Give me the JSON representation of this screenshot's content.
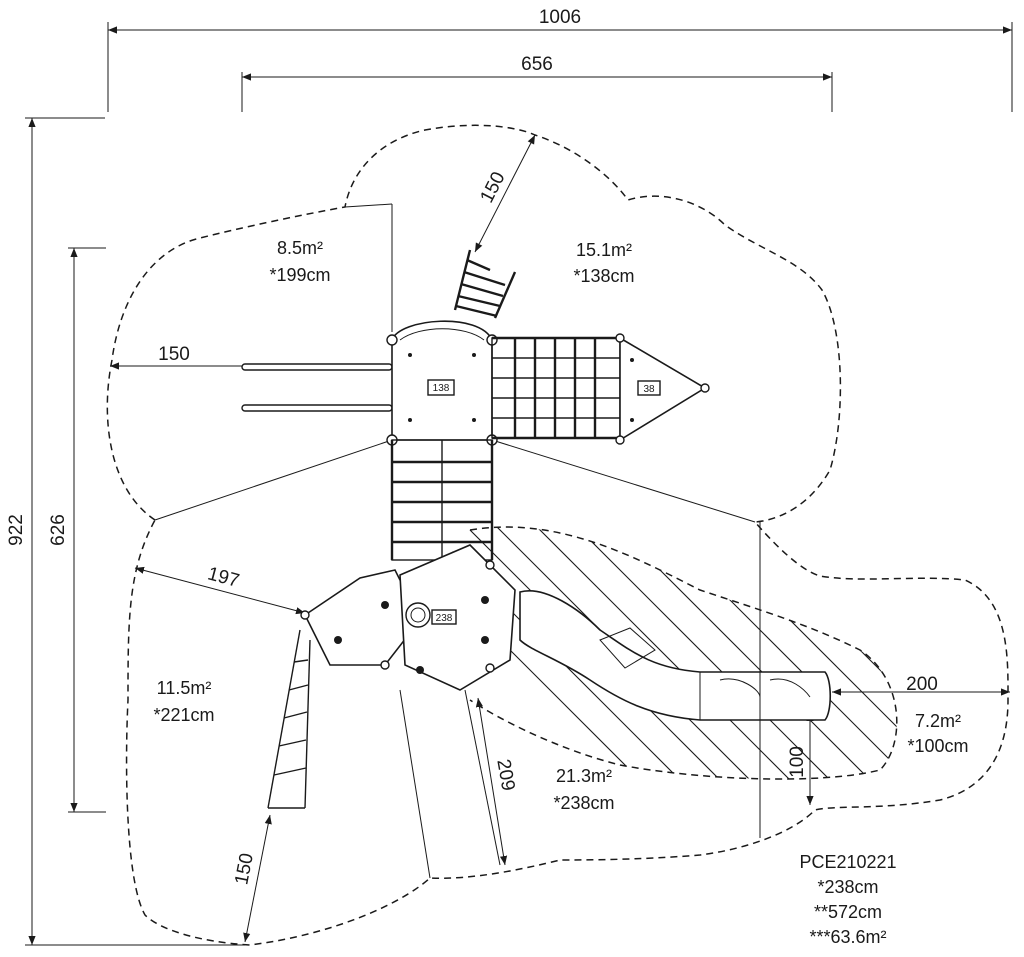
{
  "dimensions": {
    "overall_width": "1006",
    "structure_width": "656",
    "overall_depth": "922",
    "structure_depth": "626",
    "zone_left": "150",
    "zone_top": "150",
    "zone_bottom_left": "150",
    "zone_diagonal": "197",
    "zone_slide_side": "209",
    "zone_slide_end": "200",
    "zone_slide_below": "100"
  },
  "areas": {
    "top_left": {
      "area": "8.5m²",
      "fall_height": "*199cm"
    },
    "top_right": {
      "area": "15.1m²",
      "fall_height": "*138cm"
    },
    "left": {
      "area": "11.5m²",
      "fall_height": "*221cm"
    },
    "center": {
      "area": "21.3m²",
      "fall_height": "*238cm"
    },
    "slide_end": {
      "area": "7.2m²",
      "fall_height": "*100cm"
    }
  },
  "tags": {
    "deck_main": "138",
    "deck_triangle": "38",
    "deck_lower": "238"
  },
  "product": {
    "code": "PCE210221",
    "free_fall_height": "*238cm",
    "max_height": "**572cm",
    "total_area": "***63.6m²"
  }
}
